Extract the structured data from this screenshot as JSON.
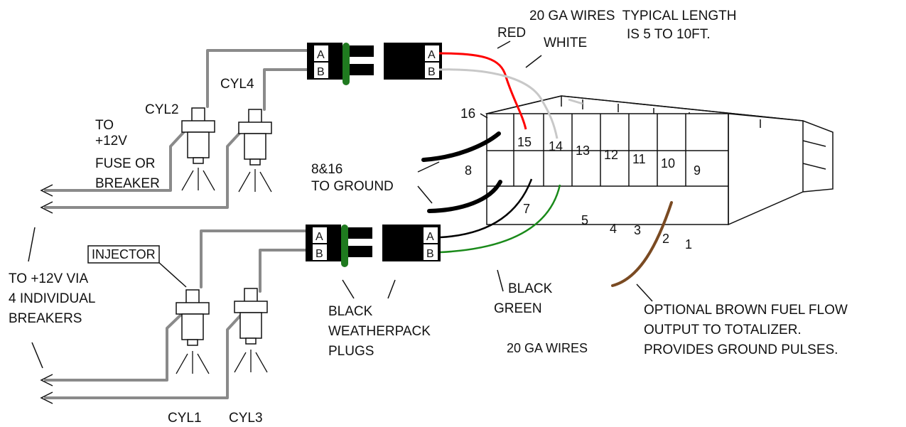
{
  "labels": {
    "wire_length_1": "20 GA WIRES  TYPICAL LENGTH",
    "wire_length_2": "IS 5 TO 10FT.",
    "red": "RED",
    "white": "WHITE",
    "cyl2": "CYL2",
    "cyl4": "CYL4",
    "cyl1": "CYL1",
    "cyl3": "CYL3",
    "to": "TO",
    "plus12v": "+12V",
    "fuse_or": "FUSE OR",
    "breaker": "BREAKER",
    "ground_1": "8&16",
    "ground_2": "TO GROUND",
    "injector": "INJECTOR",
    "via_1": "TO +12V VIA",
    "via_2": "4 INDIVIDUAL",
    "via_3": "BREAKERS",
    "black_1": "BLACK",
    "weatherpack": "WEATHERPACK",
    "plugs": "PLUGS",
    "black_2": "BLACK",
    "green": "GREEN",
    "wires_20ga": "20 GA WIRES",
    "optional_1": "OPTIONAL BROWN FUEL FLOW",
    "optional_2": "OUTPUT TO TOTALIZER.",
    "optional_3": "PROVIDES GROUND PULSES."
  },
  "connector_letters": {
    "a": "A",
    "b": "B"
  },
  "pins": {
    "p16": "16",
    "p15": "15",
    "p14": "14",
    "p13": "13",
    "p12": "12",
    "p11": "11",
    "p10": "10",
    "p9": "9",
    "p8": "8",
    "p7": "7",
    "p5": "5",
    "p4": "4",
    "p3": "3",
    "p2": "2",
    "p1": "1"
  },
  "colors": {
    "wire_gray": "#8a8a8a",
    "red": "#ff0000",
    "white": "#c8c8c8",
    "black": "#000000",
    "green": "#1a8a1a",
    "brown": "#7a4a22",
    "plug_band": "#1f7a1f"
  }
}
